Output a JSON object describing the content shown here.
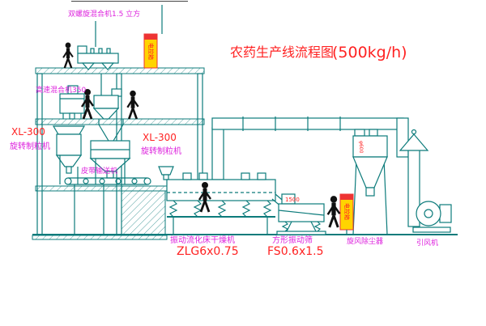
{
  "title": {
    "text": "农药生产线流程图",
    "capacity": "(500kg/h)"
  },
  "labels": {
    "top_mixer": "双螺旋混合机1.5 立方",
    "high_speed_mixer": "高速混合机350",
    "granulator_left_model": "XL-300",
    "granulator_left_name": "旋转制粒机",
    "granulator_mid_model": "XL-300",
    "granulator_mid_name": "旋转制粒机",
    "belt_conveyor": "皮带输送机",
    "fluid_bed_dryer": "振动流化床干燥机",
    "fluid_bed_dryer_model": "ZLG6x0.75",
    "square_sieve": "方形振动筛",
    "square_sieve_model": "FS0.6x1.5",
    "cyclone": "旋风除尘器",
    "induced_draft_fan": "引风机",
    "control_box_top": "电控箱",
    "control_box_right": "电控箱",
    "sieve_dimension": "1500",
    "cyclone_dimension": "φ600"
  },
  "colors": {
    "line": "#0c7b7b",
    "label_text": "#dd22dd",
    "model_text": "#ff2222",
    "panel_fill": "#ffd400",
    "panel_accent": "#ee3333",
    "figure": "#111111",
    "background": "#ffffff"
  }
}
